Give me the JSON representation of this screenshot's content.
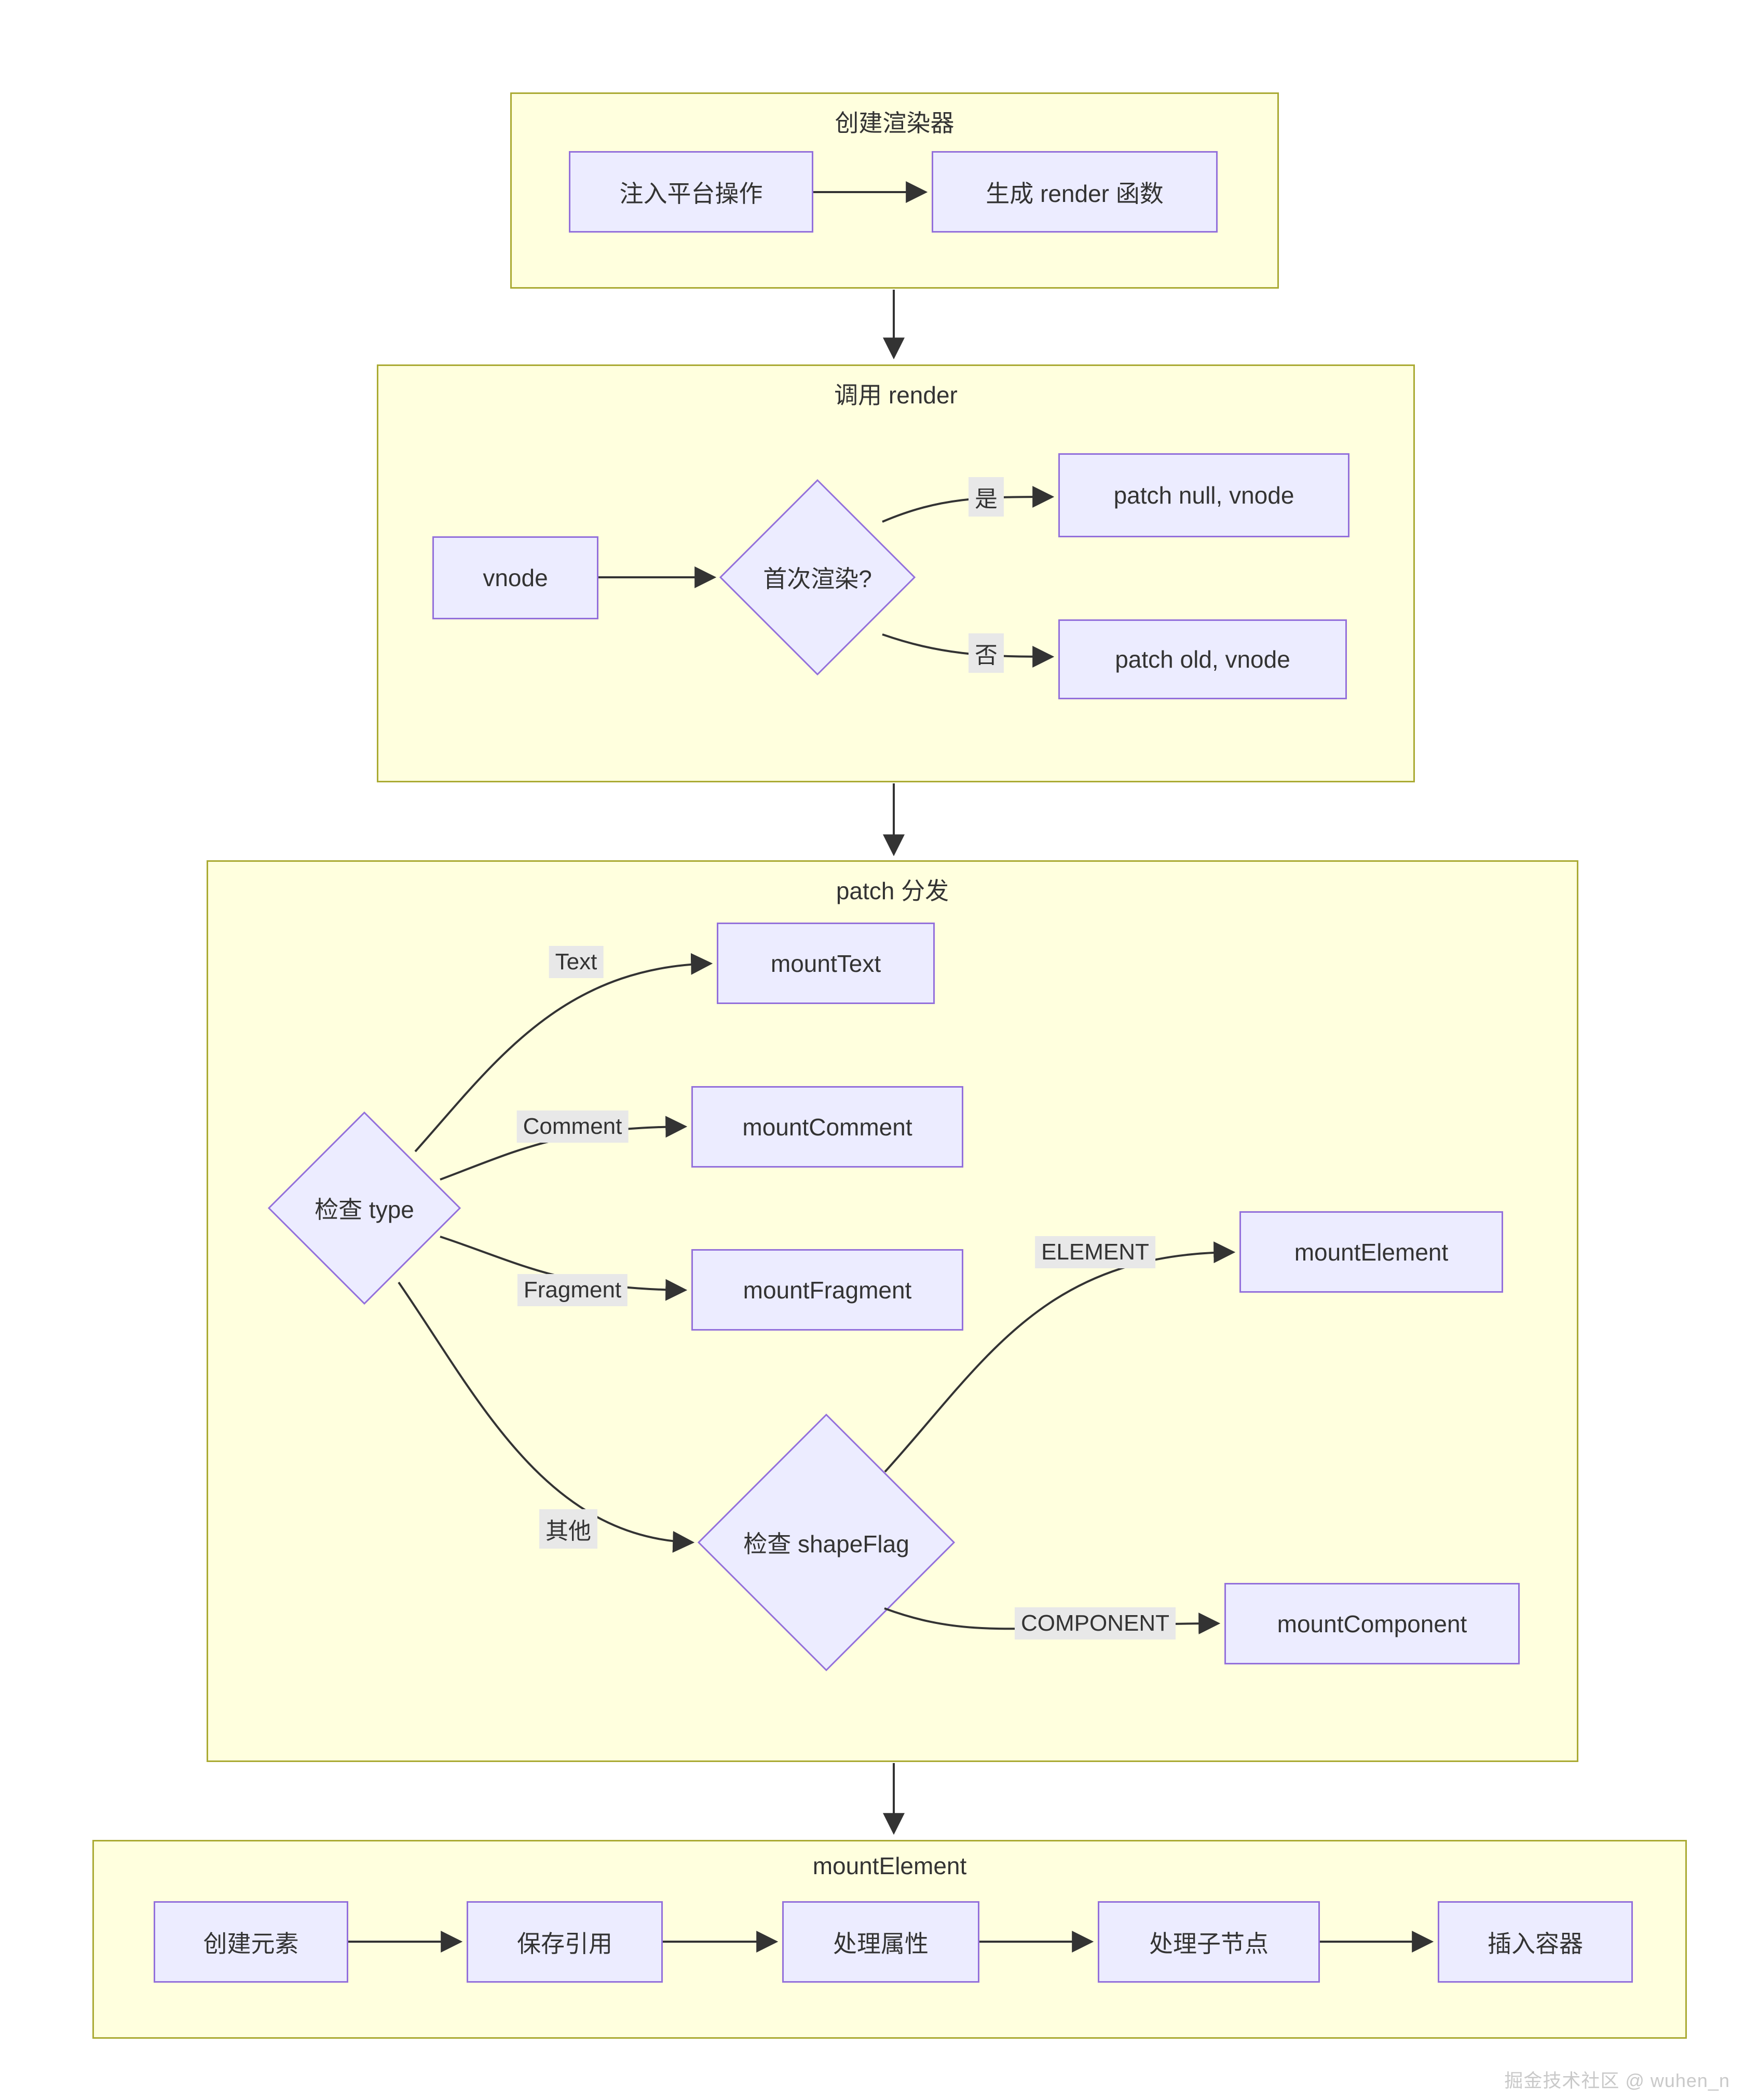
{
  "diagram": {
    "sections": {
      "create_renderer": {
        "title": "创建渲染器"
      },
      "call_render": {
        "title": "调用 render"
      },
      "patch_dispatch": {
        "title": "patch 分发"
      },
      "mount_element": {
        "title": "mountElement"
      }
    },
    "nodes": {
      "inject_platform_ops": "注入平台操作",
      "gen_render_fn": "生成 render 函数",
      "vnode": "vnode",
      "first_render": "首次渲染?",
      "patch_null_vnode": "patch null, vnode",
      "patch_old_vnode": "patch old, vnode",
      "check_type": "检查 type",
      "mount_text": "mountText",
      "mount_comment": "mountComment",
      "mount_fragment": "mountFragment",
      "check_shapeflag": "检查 shapeFlag",
      "mount_element": "mountElement",
      "mount_component": "mountComponent",
      "create_element": "创建元素",
      "save_ref": "保存引用",
      "handle_props": "处理属性",
      "handle_children": "处理子节点",
      "insert_container": "插入容器"
    },
    "edge_labels": {
      "yes": "是",
      "no": "否",
      "text": "Text",
      "comment": "Comment",
      "fragment": "Fragment",
      "other": "其他",
      "element": "ELEMENT",
      "component": "COMPONENT"
    },
    "colors": {
      "section_fill": "#ffffde",
      "section_border": "#aaaa33",
      "node_fill": "#ECECFF",
      "node_border": "#9370DB",
      "edge_stroke": "#333333",
      "edge_label_bg": "#e8e8e8",
      "text": "#333333"
    }
  },
  "watermark": "掘金技术社区 @ wuhen_n"
}
